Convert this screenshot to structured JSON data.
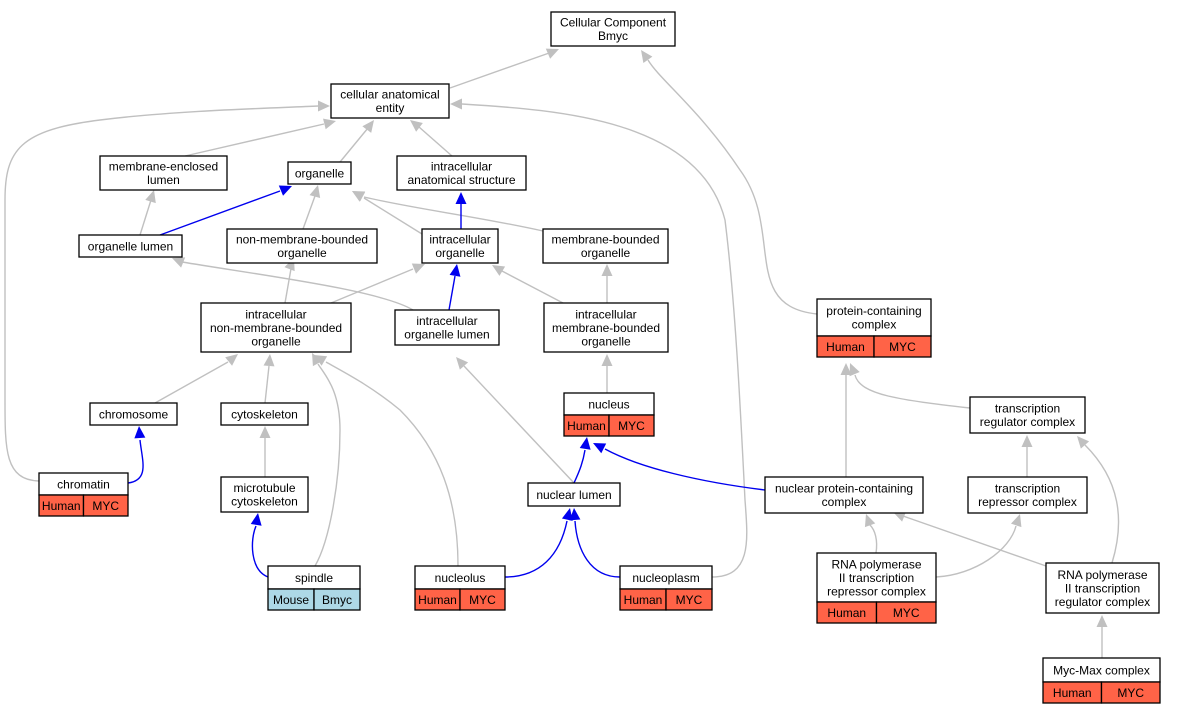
{
  "colors": {
    "is_a_edge": "#c0c0c0",
    "part_of_edge": "#0000ee",
    "human_tag": "#ff6347",
    "mouse_tag": "#add8e6"
  },
  "nodes": {
    "root": {
      "lines": [
        "Cellular Component",
        "Bmyc"
      ]
    },
    "cellular_anatomical_entity": {
      "lines": [
        "cellular anatomical",
        "entity"
      ]
    },
    "membrane_enclosed_lumen": {
      "lines": [
        "membrane-enclosed",
        "lumen"
      ]
    },
    "organelle": {
      "lines": [
        "organelle"
      ]
    },
    "intracellular_anatomical_structure": {
      "lines": [
        "intracellular",
        "anatomical structure"
      ]
    },
    "organelle_lumen": {
      "lines": [
        "organelle lumen"
      ]
    },
    "non_membrane_bounded_organelle": {
      "lines": [
        "non-membrane-bounded",
        "organelle"
      ]
    },
    "intracellular_organelle": {
      "lines": [
        "intracellular",
        "organelle"
      ]
    },
    "membrane_bounded_organelle": {
      "lines": [
        "membrane-bounded",
        "organelle"
      ]
    },
    "intracellular_nmb_organelle": {
      "lines": [
        "intracellular",
        "non-membrane-bounded",
        "organelle"
      ]
    },
    "intracellular_organelle_lumen": {
      "lines": [
        "intracellular",
        "organelle lumen"
      ]
    },
    "intracellular_mb_organelle": {
      "lines": [
        "intracellular",
        "membrane-bounded",
        "organelle"
      ]
    },
    "protein_containing_complex": {
      "lines": [
        "protein-containing",
        "complex"
      ],
      "tags": [
        "Human",
        "MYC"
      ]
    },
    "chromosome": {
      "lines": [
        "chromosome"
      ]
    },
    "cytoskeleton": {
      "lines": [
        "cytoskeleton"
      ]
    },
    "nucleus": {
      "lines": [
        "nucleus"
      ],
      "tags": [
        "Human",
        "MYC"
      ]
    },
    "transcription_regulator_complex": {
      "lines": [
        "transcription",
        "regulator complex"
      ]
    },
    "chromatin": {
      "lines": [
        "chromatin"
      ],
      "tags": [
        "Human",
        "MYC"
      ]
    },
    "microtubule_cytoskeleton": {
      "lines": [
        "microtubule",
        "cytoskeleton"
      ]
    },
    "nuclear_lumen": {
      "lines": [
        "nuclear lumen"
      ]
    },
    "nuclear_protein_containing_complex": {
      "lines": [
        "nuclear protein-containing",
        "complex"
      ]
    },
    "transcription_repressor_complex": {
      "lines": [
        "transcription",
        "repressor complex"
      ]
    },
    "spindle": {
      "lines": [
        "spindle"
      ],
      "tags": [
        "Mouse",
        "Bmyc"
      ]
    },
    "nucleolus": {
      "lines": [
        "nucleolus"
      ],
      "tags": [
        "Human",
        "MYC"
      ]
    },
    "nucleoplasm": {
      "lines": [
        "nucleoplasm"
      ],
      "tags": [
        "Human",
        "MYC"
      ]
    },
    "rnap2_repressor_complex": {
      "lines": [
        "RNA polymerase",
        "II transcription",
        "repressor complex"
      ],
      "tags": [
        "Human",
        "MYC"
      ]
    },
    "rnap2_regulator_complex": {
      "lines": [
        "RNA polymerase",
        "II transcription",
        "regulator complex"
      ]
    },
    "myc_max_complex": {
      "lines": [
        "Myc-Max complex"
      ],
      "tags": [
        "Human",
        "MYC"
      ]
    }
  },
  "edges": [
    {
      "from": "cellular_anatomical_entity",
      "to": "root",
      "type": "is_a"
    },
    {
      "from": "protein_containing_complex",
      "to": "root",
      "type": "is_a"
    },
    {
      "from": "membrane_enclosed_lumen",
      "to": "cellular_anatomical_entity",
      "type": "is_a"
    },
    {
      "from": "organelle",
      "to": "cellular_anatomical_entity",
      "type": "is_a"
    },
    {
      "from": "intracellular_anatomical_structure",
      "to": "cellular_anatomical_entity",
      "type": "is_a"
    },
    {
      "from": "chromatin",
      "to": "cellular_anatomical_entity",
      "type": "is_a"
    },
    {
      "from": "nucleoplasm",
      "to": "cellular_anatomical_entity",
      "type": "is_a"
    },
    {
      "from": "organelle_lumen",
      "to": "membrane_enclosed_lumen",
      "type": "is_a"
    },
    {
      "from": "organelle_lumen",
      "to": "organelle",
      "type": "part_of"
    },
    {
      "from": "non_membrane_bounded_organelle",
      "to": "organelle",
      "type": "is_a"
    },
    {
      "from": "intracellular_organelle",
      "to": "organelle",
      "type": "is_a"
    },
    {
      "from": "membrane_bounded_organelle",
      "to": "organelle",
      "type": "is_a"
    },
    {
      "from": "intracellular_organelle",
      "to": "intracellular_anatomical_structure",
      "type": "part_of"
    },
    {
      "from": "intracellular_organelle_lumen",
      "to": "organelle_lumen",
      "type": "is_a"
    },
    {
      "from": "intracellular_nmb_organelle",
      "to": "non_membrane_bounded_organelle",
      "type": "is_a"
    },
    {
      "from": "intracellular_nmb_organelle",
      "to": "intracellular_organelle",
      "type": "is_a"
    },
    {
      "from": "intracellular_organelle_lumen",
      "to": "intracellular_organelle",
      "type": "part_of"
    },
    {
      "from": "intracellular_mb_organelle",
      "to": "intracellular_organelle",
      "type": "is_a"
    },
    {
      "from": "intracellular_mb_organelle",
      "to": "membrane_bounded_organelle",
      "type": "is_a"
    },
    {
      "from": "chromosome",
      "to": "intracellular_nmb_organelle",
      "type": "is_a"
    },
    {
      "from": "cytoskeleton",
      "to": "intracellular_nmb_organelle",
      "type": "is_a"
    },
    {
      "from": "spindle",
      "to": "intracellular_nmb_organelle",
      "type": "is_a"
    },
    {
      "from": "nucleolus",
      "to": "intracellular_nmb_organelle",
      "type": "is_a"
    },
    {
      "from": "nucleus",
      "to": "intracellular_mb_organelle",
      "type": "is_a"
    },
    {
      "from": "nuclear_lumen",
      "to": "intracellular_organelle_lumen",
      "type": "is_a"
    },
    {
      "from": "chromatin",
      "to": "chromosome",
      "type": "part_of"
    },
    {
      "from": "microtubule_cytoskeleton",
      "to": "cytoskeleton",
      "type": "is_a"
    },
    {
      "from": "spindle",
      "to": "microtubule_cytoskeleton",
      "type": "part_of"
    },
    {
      "from": "nuclear_lumen",
      "to": "nucleus",
      "type": "part_of"
    },
    {
      "from": "nuclear_protein_containing_complex",
      "to": "nucleus",
      "type": "part_of"
    },
    {
      "from": "nucleolus",
      "to": "nuclear_lumen",
      "type": "part_of"
    },
    {
      "from": "nucleoplasm",
      "to": "nuclear_lumen",
      "type": "part_of"
    },
    {
      "from": "transcription_regulator_complex",
      "to": "protein_containing_complex",
      "type": "is_a"
    },
    {
      "from": "nuclear_protein_containing_complex",
      "to": "protein_containing_complex",
      "type": "is_a"
    },
    {
      "from": "transcription_repressor_complex",
      "to": "transcription_regulator_complex",
      "type": "is_a"
    },
    {
      "from": "rnap2_regulator_complex",
      "to": "transcription_regulator_complex",
      "type": "is_a"
    },
    {
      "from": "rnap2_repressor_complex",
      "to": "nuclear_protein_containing_complex",
      "type": "is_a"
    },
    {
      "from": "rnap2_regulator_complex",
      "to": "nuclear_protein_containing_complex",
      "type": "is_a"
    },
    {
      "from": "rnap2_repressor_complex",
      "to": "transcription_repressor_complex",
      "type": "is_a"
    },
    {
      "from": "myc_max_complex",
      "to": "rnap2_regulator_complex",
      "type": "is_a"
    }
  ]
}
